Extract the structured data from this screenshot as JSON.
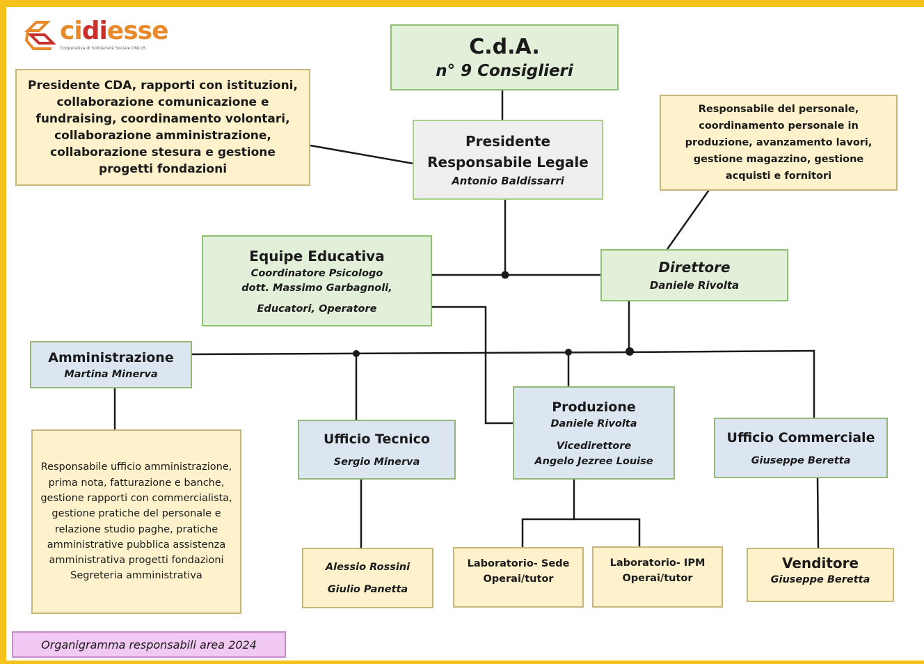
{
  "logo": {
    "name_part1": "ci",
    "name_part2": "di",
    "name_part3": "esse",
    "subtitle": "Cooperativa di Solidarietà Sociale ONLUS",
    "colors": {
      "orange": "#e8892b",
      "red": "#c9302c"
    }
  },
  "cda": {
    "title": "C.d.A.",
    "subtitle": "n° 9 Consiglieri"
  },
  "presidente": {
    "line1": "Presidente",
    "line2": "Responsabile Legale",
    "name": "Antonio Baldissarri"
  },
  "presidente_note": "Presidente CDA, rapporti con istituzioni, collaborazione comunicazione e fundraising, coordinamento volontari, collaborazione amministrazione, collaborazione stesura e gestione progetti fondazioni",
  "direttore_note": "Responsabile del personale, coordinamento personale in produzione, avanzamento lavori, gestione magazzino, gestione acquisti e fornitori",
  "equipe": {
    "title": "Equipe Educativa",
    "line1": "Coordinatore Psicologo",
    "line2": "dott. Massimo Garbagnoli,",
    "line3": "Educatori, Operatore"
  },
  "direttore": {
    "title": "Direttore",
    "name": "Daniele Rivolta"
  },
  "amministrazione": {
    "title": "Amministrazione",
    "name": "Martina Minerva"
  },
  "amministrazione_note": "Responsabile ufficio amministrazione, prima nota, fatturazione e banche, gestione rapporti con commercialista, gestione pratiche del personale e relazione studio paghe, pratiche amministrative pubblica assistenza amministrativa progetti fondazioni Segreteria amministrativa",
  "ufficio_tecnico": {
    "title": "Ufficio Tecnico",
    "name": "Sergio Minerva"
  },
  "tecnico_staff": {
    "name1": "Alessio Rossini",
    "name2": "Giulio Panetta"
  },
  "produzione": {
    "title": "Produzione",
    "name": "Daniele Rivolta",
    "role2": "Vicedirettore",
    "name2": "Angelo Jezree Louise"
  },
  "lab_sede": {
    "line1": "Laboratorio- Sede",
    "line2": "Operai/tutor"
  },
  "lab_ipm": {
    "line1": "Laboratorio- IPM",
    "line2": "Operai/tutor"
  },
  "ufficio_commerciale": {
    "title": "Ufficio Commerciale",
    "name": "Giuseppe Beretta"
  },
  "venditore": {
    "title": "Venditore",
    "name": "Giuseppe Beretta"
  },
  "footer_label": "Organigramma responsabili area 2024",
  "colors": {
    "frame": "#f4c21a",
    "green_fill": "#e2efd9",
    "blue_fill": "#dce6f1",
    "yellow_fill": "#fdf2cc",
    "pink_fill": "#f1c9f3"
  }
}
